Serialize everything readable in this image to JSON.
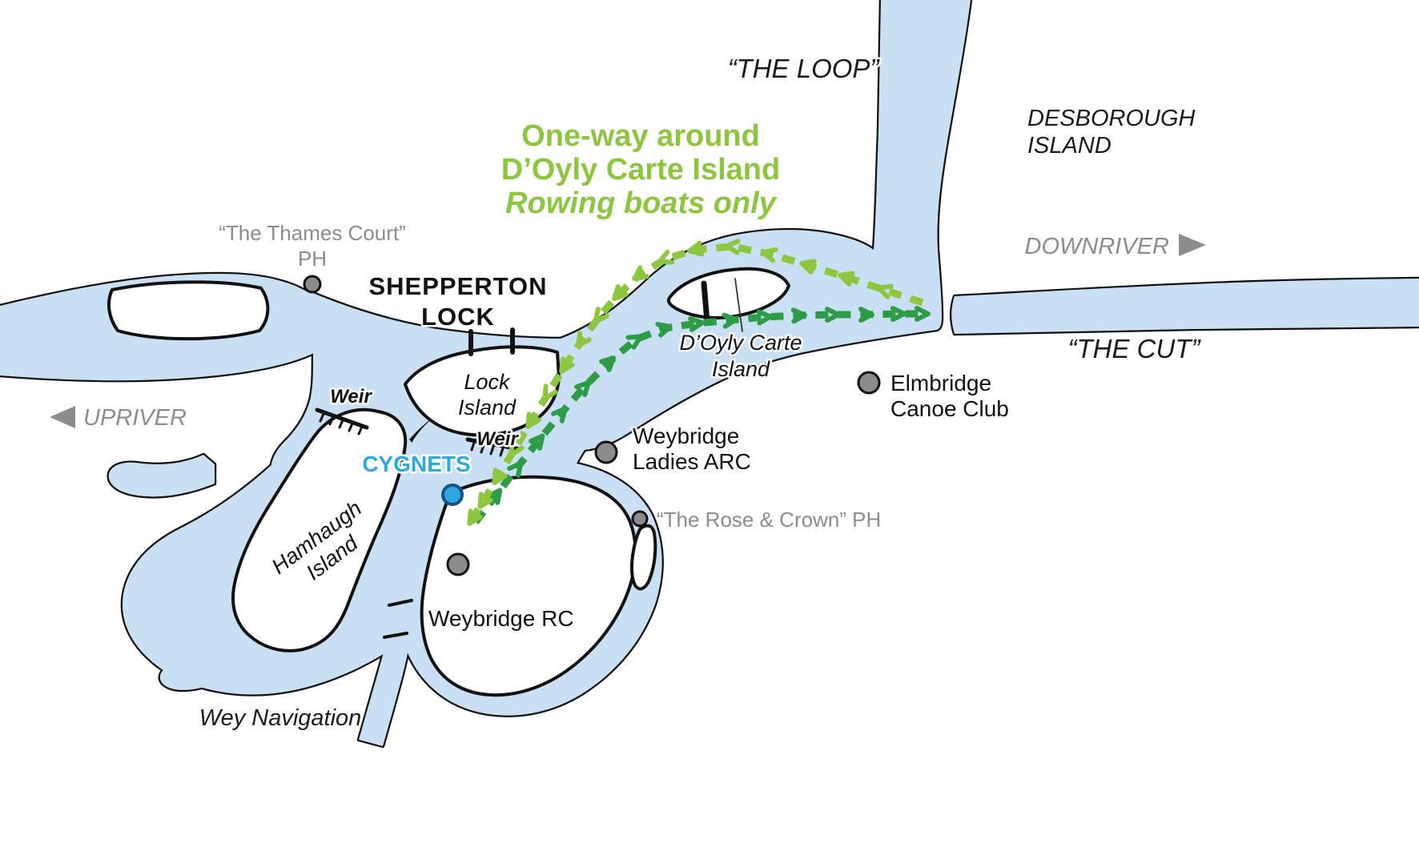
{
  "map": {
    "colors": {
      "water": "#c9dff4",
      "outline": "#111111",
      "route_upstream_light_green": "#8dc63f",
      "route_downstream_dark_green": "#2e9c47",
      "muted_gray": "#8c8c8c",
      "cygnets_blue": "#29abe2"
    },
    "heading": {
      "line1": "One-way around",
      "line2": "D’Oyly Carte Island",
      "line3": "Rowing boats only"
    },
    "waterways": {
      "the_loop": "“THE LOOP”",
      "the_cut": "“THE CUT”",
      "wey_navigation": "Wey Navigation"
    },
    "islands": {
      "desborough_line1": "DESBOROUGH",
      "desborough_line2": "ISLAND",
      "doyly_line1": "D’Oyly Carte",
      "doyly_line2": "Island",
      "lock_line1": "Lock",
      "lock_line2": "Island",
      "hamhaugh_line1": "Hamhaugh",
      "hamhaugh_line2": "Island"
    },
    "places": {
      "shepperton_line1": "SHEPPERTON",
      "shepperton_line2": "LOCK",
      "thames_court_line1": "“The Thames Court”",
      "thames_court_line2": "PH",
      "elmbridge_line1": "Elmbridge",
      "elmbridge_line2": "Canoe Club",
      "weybridge_ladies_line1": "Weybridge",
      "weybridge_ladies_line2": "Ladies ARC",
      "rose_crown": "“The Rose & Crown” PH",
      "weybridge_rc": "Weybridge RC",
      "cygnets": "CYGNETS"
    },
    "navigation": {
      "upriver": "UPRIVER",
      "downriver": "DOWNRIVER"
    },
    "features": {
      "weir_upper": "Weir",
      "weir_lower": "Weir"
    }
  }
}
